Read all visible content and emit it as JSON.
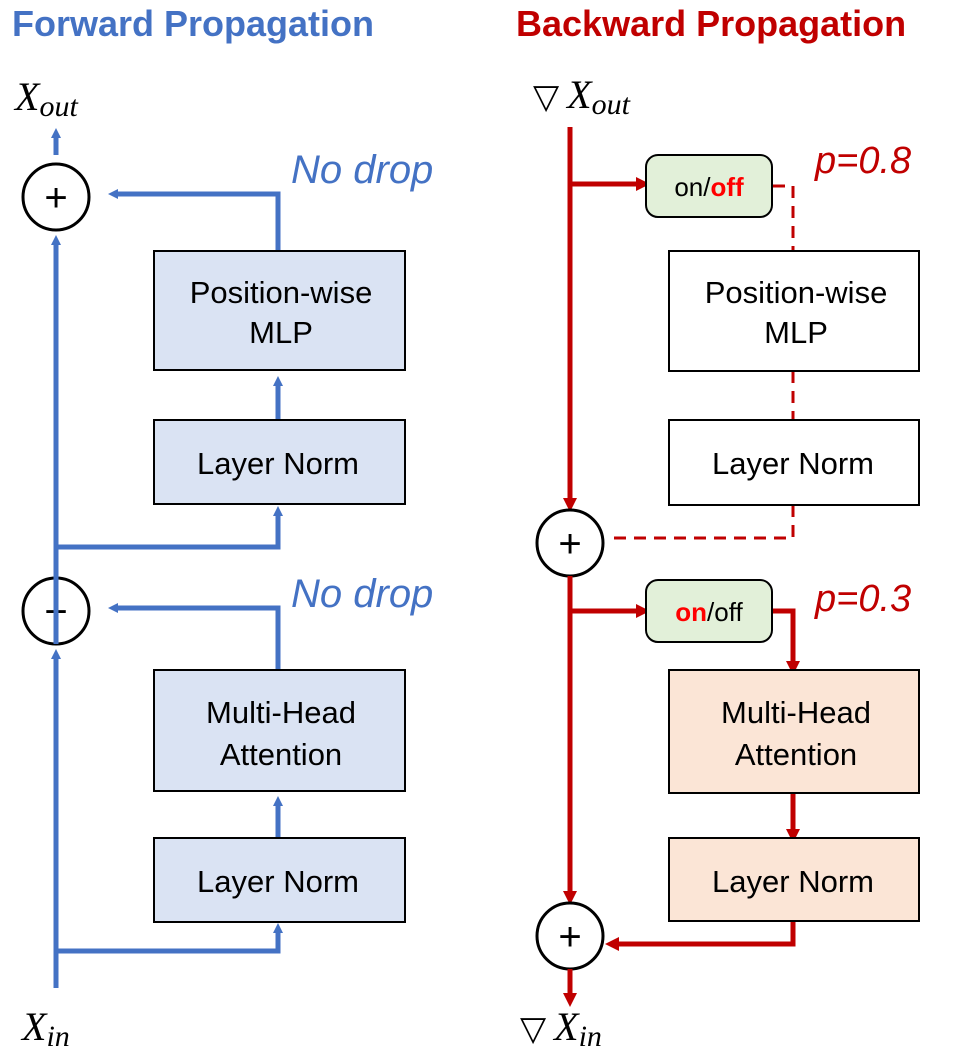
{
  "forward": {
    "title": "Forward Propagation",
    "output_label": "X",
    "output_sub": "out",
    "input_label": "X",
    "input_sub": "in",
    "no_drop_top": "No drop",
    "no_drop_bottom": "No drop",
    "mlp_line1": "Position-wise",
    "mlp_line2": "MLP",
    "norm_top": "Layer Norm",
    "attn_line1": "Multi-Head",
    "attn_line2": "Attention",
    "norm_bottom": "Layer Norm",
    "plus": "+"
  },
  "backward": {
    "title": "Backward Propagation",
    "nabla": "▽",
    "output_label": "X",
    "output_sub": "out",
    "input_label": "X",
    "input_sub": "in",
    "toggle_top": {
      "on": "on/",
      "off": "off"
    },
    "toggle_bottom": {
      "on": "on",
      "off": "/off"
    },
    "p_top": "p=0.8",
    "p_bottom": "p=0.3",
    "mlp_line1": "Position-wise",
    "mlp_line2": "MLP",
    "norm_top": "Layer Norm",
    "attn_line1": "Multi-Head",
    "attn_line2": "Attention",
    "norm_bottom": "Layer Norm",
    "plus": "+"
  },
  "colors": {
    "forward": "#4472c4",
    "backward": "#c00000",
    "forward_box_fill": "#dae3f3",
    "backward_box_fill": "#fbe5d6",
    "toggle_fill": "#e2f0d9"
  }
}
